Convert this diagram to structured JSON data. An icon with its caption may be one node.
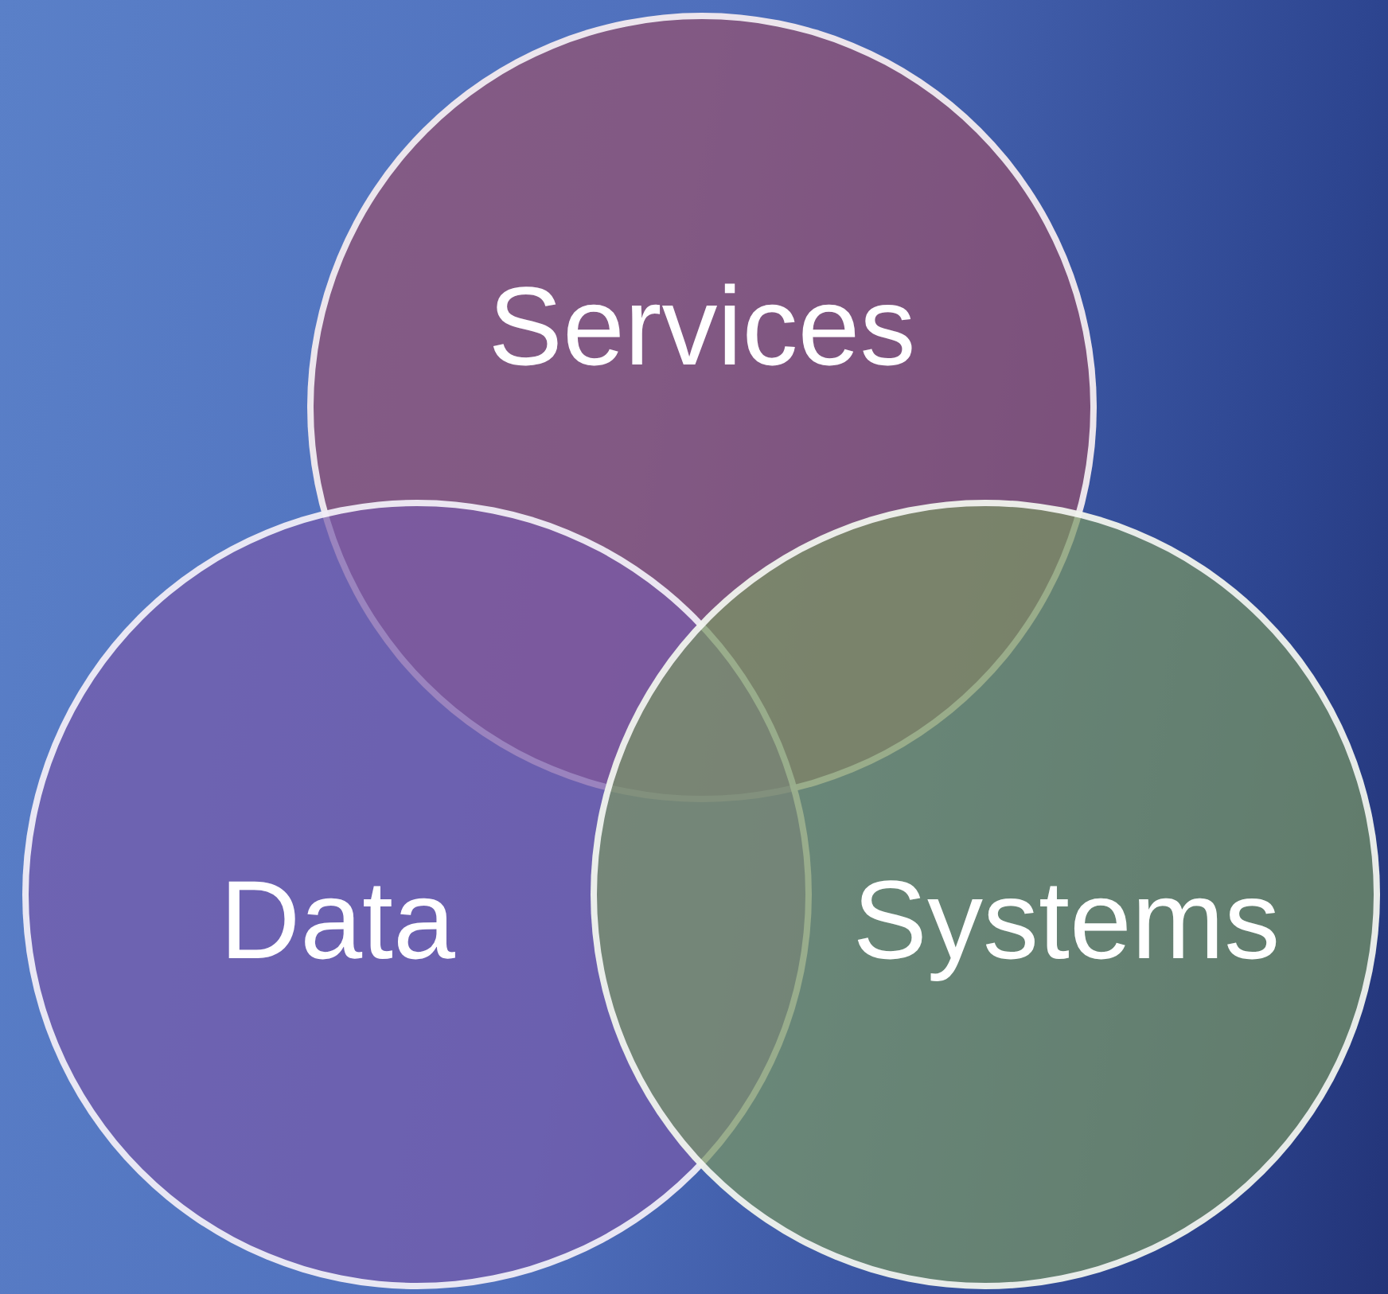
{
  "diagram": {
    "nodes": [
      {
        "text": [
          "Services"
        ]
      },
      {
        "text": [
          "Data"
        ]
      },
      {
        "text": [
          "Systems"
        ]
      }
    ]
  }
}
